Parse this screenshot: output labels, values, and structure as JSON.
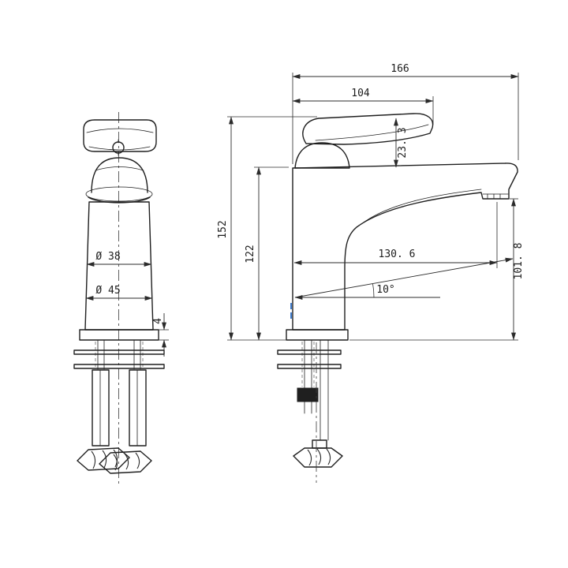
{
  "drawing": {
    "background": "#ffffff",
    "ink": "#1f1f1f",
    "dimension_ink": "#2b2b2b",
    "accent_blue": "#3b77c9",
    "front_view": {
      "dia_top": "Ø 38",
      "dia_base": "Ø 45",
      "base_plate_thickness": "4"
    },
    "side_view": {
      "overall_length": "166",
      "body_length": "104",
      "handle_drop": "23. 3",
      "overall_height": "152",
      "body_height": "122",
      "spout_reach": "130. 6",
      "outlet_height": "101. 8",
      "spout_angle": "10°"
    }
  }
}
